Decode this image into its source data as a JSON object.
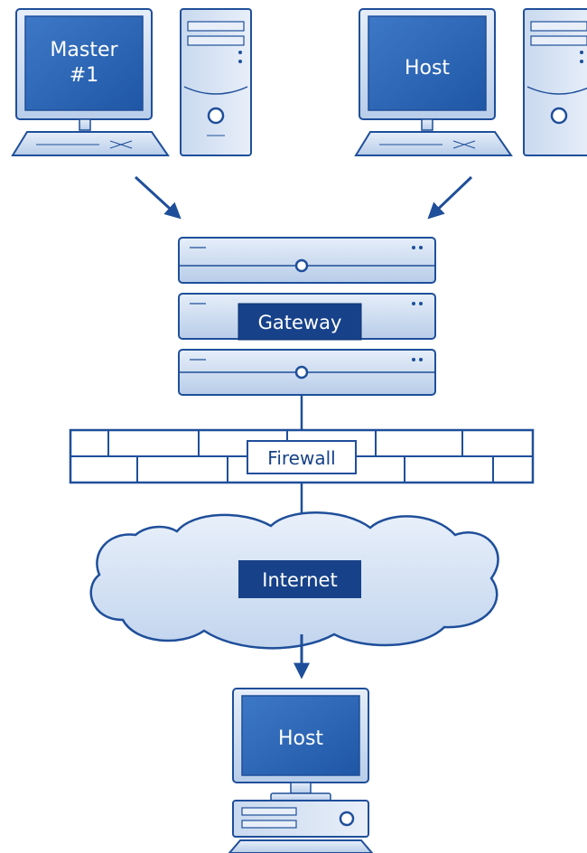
{
  "nodes": {
    "master": {
      "label_line1": "Master",
      "label_line2": "#1"
    },
    "host_top": {
      "label": "Host"
    },
    "gateway": {
      "label": "Gateway"
    },
    "firewall": {
      "label": "Firewall"
    },
    "internet": {
      "label": "Internet"
    },
    "host_bottom": {
      "label": "Host"
    }
  },
  "colors": {
    "stroke": "#1f4f9a",
    "screen": "#2b63b2",
    "body_light": "#d6e2f3",
    "body_mid": "#b3c9e8",
    "label_bg": "#17428a",
    "label_text": "#ffffff"
  }
}
